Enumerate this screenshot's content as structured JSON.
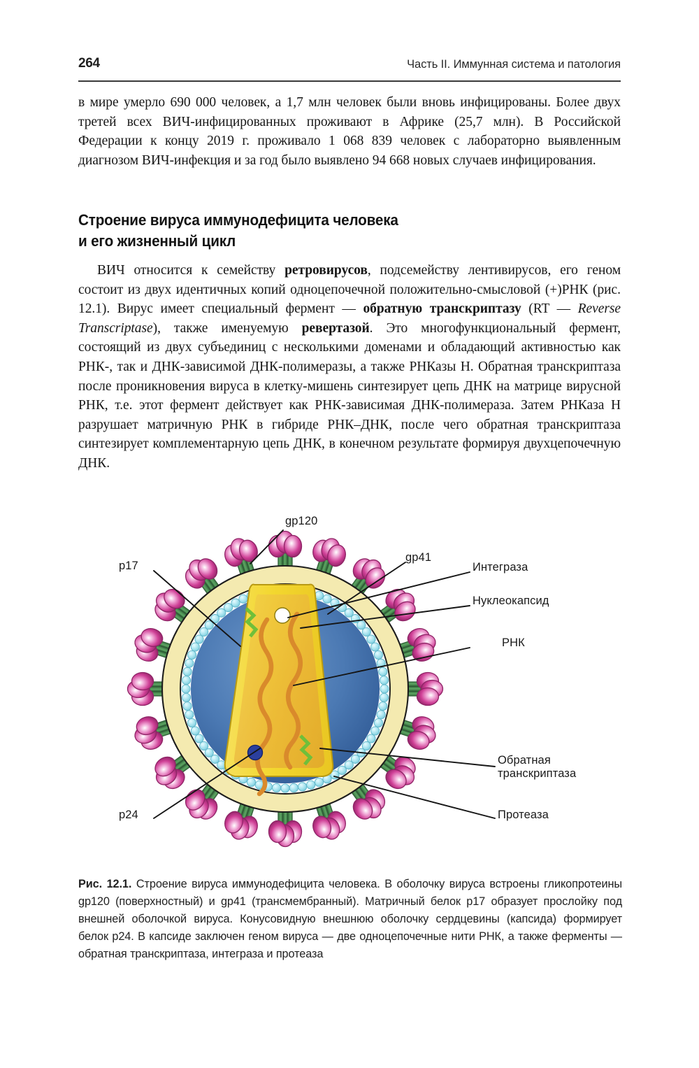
{
  "header": {
    "folio": "264",
    "running_title": "Часть II. Иммунная система  и патология"
  },
  "body": {
    "paragraph_1": "в мире умерло 690 000 человек, а 1,7 млн человек были вновь инфицированы. Более двух третей всех ВИЧ-инфицированных проживают в Африке (25,7 млн). В Российской Федерации к концу 2019 г. проживало 1 068 839 человек с лабораторно выявленным диагнозом ВИЧ-инфекция и за год было выявлено 94 668 новых случаев инфицирования.",
    "heading_line_1": "Строение вируса иммунодефицита человека",
    "heading_line_2": "и его жизненный цикл",
    "p2_seg_1": "ВИЧ относится к семейству ",
    "p2_bold_1": "ретровирусов",
    "p2_seg_2": ", подсемейству лентивирусов, его геном состоит из двух идентичных копий одноцепочечной положительно-смысловой (+)РНК (рис. 12.1). Вирус имеет специальный фермент — ",
    "p2_bold_2": "обратную транскриптазу",
    "p2_seg_3": " (RT — ",
    "p2_italic_1": "Reverse Transcriptase",
    "p2_seg_4": "), также именуемую ",
    "p2_bold_3": "ревертазой",
    "p2_seg_5": ". Это многофункциональный фермент, состоящий из двух субъединиц с несколькими доменами и обладающий активностью как РНК-, так и ДНК-зависимой ДНК-полимеразы, а также РНКазы H. Обратная транскриптаза после проникновения вируса в клетку-мишень синтезирует цепь ДНК на матрице вирусной РНК, т.е. этот фермент действует как РНК-зависимая ДНК-полимераза. Затем РНКаза H разрушает матричную РНК в гибриде РНК–ДНК, после чего обратная транскриптаза синтезирует комплементарную цепь ДНК, в конечном результате формируя двухцепочечную ДНК."
  },
  "figure": {
    "labels": {
      "gp120": "gp120",
      "gp41": "gp41",
      "integrase": "Интеграза",
      "nucleocapsid": "Нуклеокапсид",
      "rna": "РНК",
      "reverse_transcriptase_l1": "Обратная",
      "reverse_transcriptase_l2": "транскриптаза",
      "protease": "Протеаза",
      "p17": "p17",
      "p24": "p24"
    },
    "colors": {
      "spike_head": "#cf3f96",
      "spike_head_dark": "#9e2a71",
      "spike_stalk": "#4a8f52",
      "envelope_band": "#f4eab0",
      "bead_ring": "#a9e4ef",
      "matrix_blue": "#3f6fae",
      "capsid_yellow": "#f2d63c",
      "capsid_inner": "#e8a93a",
      "rna_strand": "#d98a2b",
      "integrase_dot": "#ffffff",
      "protease_dot": "#2b3f9e",
      "rt_zigzag": "#6fbf3a",
      "leader_line": "#151515"
    },
    "spike_count": 20
  },
  "caption": {
    "number": "Рис. 12.1.",
    "text": " Строение вируса иммунодефицита человека. В оболочку вируса встроены гликопротеины gp120 (поверхностный) и gp41 (трансмембранный). Матричный белок p17 образует прослойку под внешней оболочкой вируса. Конусовидную внешнюю оболочку сердцевины (капсида) формирует белок p24. В капсиде заключен геном вируса — две одноцепочечные нити РНК, а также ферменты — обратная транскриптаза, интеграза и протеаза"
  }
}
